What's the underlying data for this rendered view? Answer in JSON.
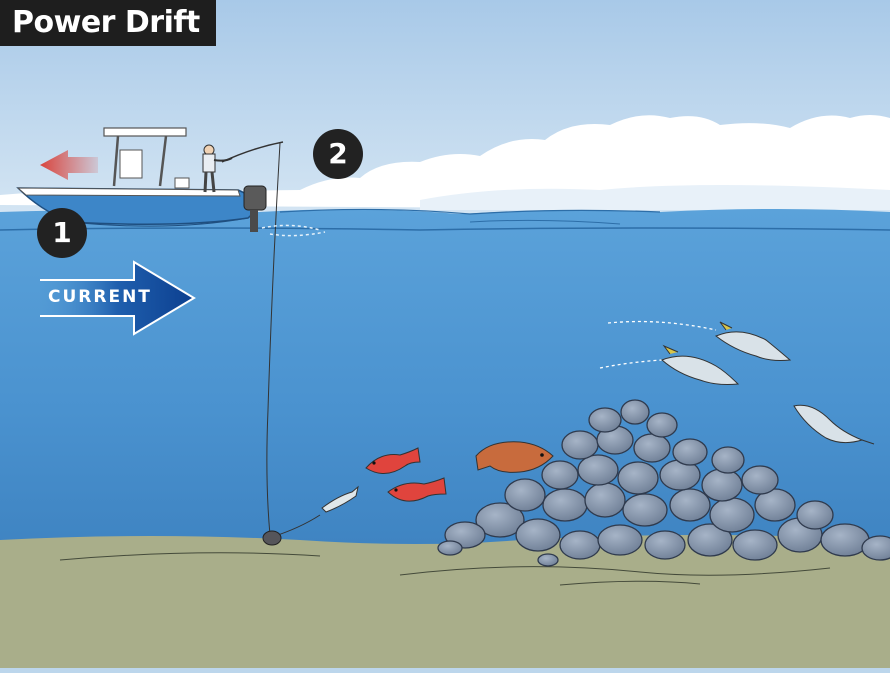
{
  "title": "Power Drift",
  "markers": [
    {
      "id": "1"
    },
    {
      "id": "2"
    }
  ],
  "current_label": "CURRENT",
  "icons": [
    "boat-icon",
    "angler-icon",
    "direction-arrow-icon",
    "current-arrow-icon",
    "sinker-icon",
    "bait-fish-icon",
    "snapper-icon",
    "grouper-icon",
    "kingfish-icon",
    "rock-pile-icon"
  ],
  "colors": {
    "sky": "#bcd6ec",
    "water": "#4e97d3",
    "seabed": "#a9ae8a",
    "boat_hull": "#3d86c8",
    "direction_arrow": "#d9453e",
    "current_arrow": "#0c3f8f",
    "marker": "#222222",
    "title_bg": "#1e1e1e"
  }
}
